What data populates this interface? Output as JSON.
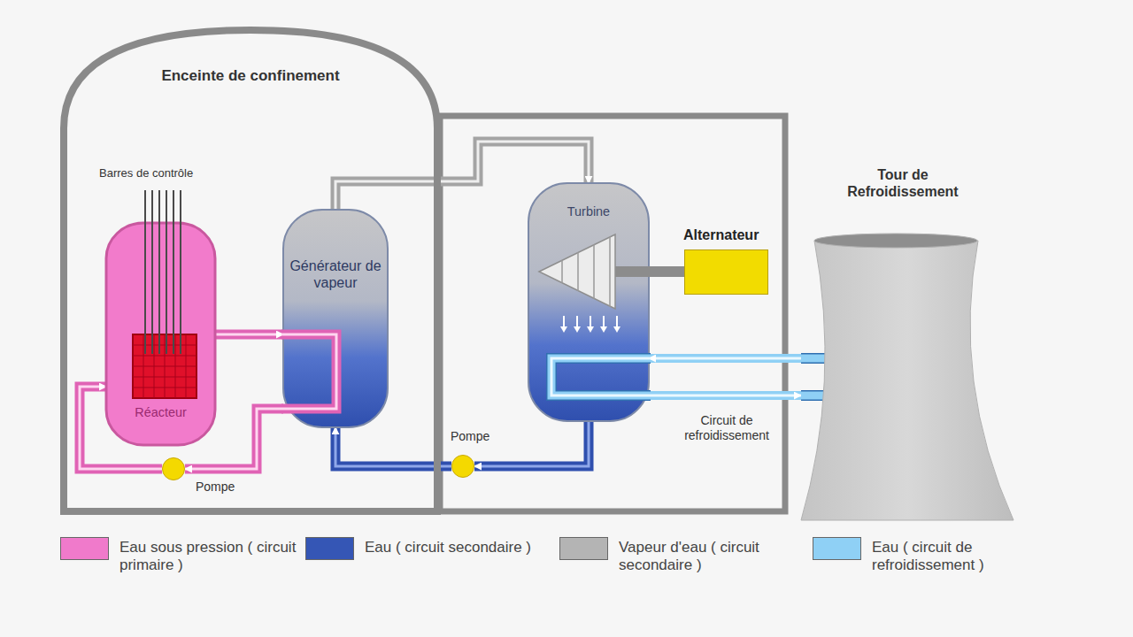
{
  "diagram": {
    "nodes": [
      {
        "text": [
          "Enceinte de confinement"
        ]
      },
      {
        "text": [
          "Réacteur"
        ],
        "in": 0
      },
      {
        "text": [
          "Générateur de vapeur"
        ],
        "in": 0
      },
      {
        "text": [
          "Turbine"
        ]
      },
      {
        "text": [
          "Alternateur"
        ]
      },
      {
        "text": [
          "Tour de Refroidissement"
        ]
      },
      {
        "text": [
          "Pompe"
        ],
        "in": 0
      },
      {
        "text": [
          "Pompe"
        ]
      }
    ],
    "edges": [
      {
        "from": 1,
        "to": 2,
        "arrow": "to"
      },
      {
        "from": 2,
        "to": 6,
        "arrow": "to"
      },
      {
        "from": 6,
        "to": 1,
        "arrow": "to"
      },
      {
        "from": 2,
        "to": 3,
        "arrow": "to"
      },
      {
        "from": 3,
        "to": 7,
        "arrow": "to"
      },
      {
        "from": 7,
        "to": 2,
        "arrow": "to"
      },
      {
        "from": 3,
        "to": 4,
        "arrow": "none"
      },
      {
        "from": 5,
        "to": 3,
        "arrow": "to"
      },
      {
        "from": 3,
        "to": 5,
        "arrow": "to"
      }
    ],
    "labels": [
      "Barres de contrôle",
      "Circuit de refroidissement"
    ],
    "legend": [
      {
        "text": "Eau sous pression ( circuit primaire )",
        "color": "#f07acb"
      },
      {
        "text": "Eau ( circuit secondaire )",
        "color": "#3556b5"
      },
      {
        "text": "Vapeur d'eau ( circuit secondaire )",
        "color": "#b4b4b4"
      },
      {
        "text": "Eau ( circuit de refroidissement )",
        "color": "#8fd0f5"
      }
    ]
  }
}
